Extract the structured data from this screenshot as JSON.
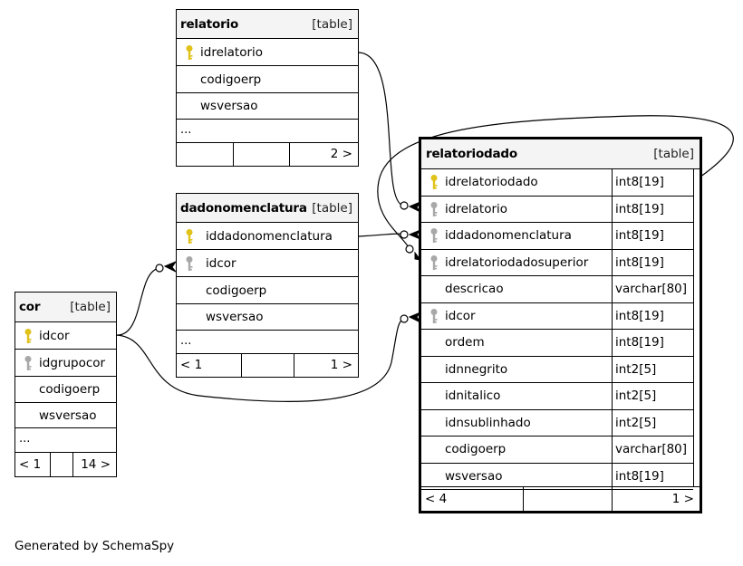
{
  "tables": {
    "relatorio": {
      "name": "relatorio",
      "kind": "[table]",
      "columns": [
        {
          "name": "idrelatorio",
          "key": "primary"
        },
        {
          "name": "codigoerp",
          "key": "none"
        },
        {
          "name": "wsversao",
          "key": "none"
        }
      ],
      "ellipsis": "...",
      "footer": {
        "left": "",
        "middle": "",
        "right": "2 >"
      }
    },
    "dadonomenclatura": {
      "name": "dadonomenclatura",
      "kind": "[table]",
      "columns": [
        {
          "name": "iddadonomenclatura",
          "key": "primary"
        },
        {
          "name": "idcor",
          "key": "foreign"
        },
        {
          "name": "codigoerp",
          "key": "none"
        },
        {
          "name": "wsversao",
          "key": "none"
        }
      ],
      "ellipsis": "...",
      "footer": {
        "left": "< 1",
        "middle": "",
        "right": "1 >"
      }
    },
    "cor": {
      "name": "cor",
      "kind": "[table]",
      "columns": [
        {
          "name": "idcor",
          "key": "primary"
        },
        {
          "name": "idgrupocor",
          "key": "foreign"
        },
        {
          "name": "codigoerp",
          "key": "none"
        },
        {
          "name": "wsversao",
          "key": "none"
        }
      ],
      "ellipsis": "...",
      "footer": {
        "left": "< 1",
        "middle": "",
        "right": "14 >"
      }
    },
    "relatoriodado": {
      "name": "relatoriodado",
      "kind": "[table]",
      "columns": [
        {
          "name": "idrelatoriodado",
          "type": "int8[19]",
          "key": "primary"
        },
        {
          "name": "idrelatorio",
          "type": "int8[19]",
          "key": "foreign"
        },
        {
          "name": "iddadonomenclatura",
          "type": "int8[19]",
          "key": "foreign"
        },
        {
          "name": "idrelatoriodadosuperior",
          "type": "int8[19]",
          "key": "foreign"
        },
        {
          "name": "descricao",
          "type": "varchar[80]",
          "key": "none"
        },
        {
          "name": "idcor",
          "type": "int8[19]",
          "key": "foreign"
        },
        {
          "name": "ordem",
          "type": "int8[19]",
          "key": "none"
        },
        {
          "name": "idnnegrito",
          "type": "int2[5]",
          "key": "none"
        },
        {
          "name": "idnitalico",
          "type": "int2[5]",
          "key": "none"
        },
        {
          "name": "idnsublinhado",
          "type": "int2[5]",
          "key": "none"
        },
        {
          "name": "codigoerp",
          "type": "varchar[80]",
          "key": "none"
        },
        {
          "name": "wsversao",
          "type": "int8[19]",
          "key": "none"
        }
      ],
      "footer": {
        "left": "< 4",
        "middle": "",
        "right": "1 >"
      }
    }
  },
  "key_colors": {
    "primary": "#e0c21a",
    "foreign": "#a8a8a8"
  },
  "credit": "Generated by SchemaSpy"
}
